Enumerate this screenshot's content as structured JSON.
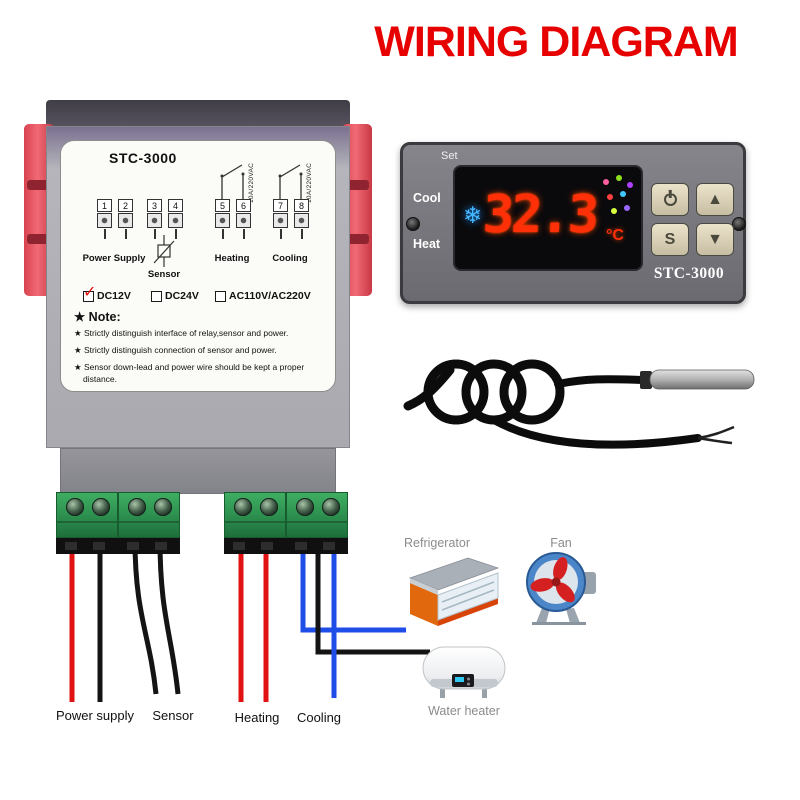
{
  "title": "WIRING DIAGRAM",
  "back_view": {
    "model": "STC-3000",
    "terminals": [
      "1",
      "2",
      "3",
      "4",
      "5",
      "6",
      "7",
      "8"
    ],
    "groups": {
      "power": "Power Supply",
      "sensor": "Sensor",
      "heating": "Heating",
      "cooling": "Cooling"
    },
    "relay_rating": "10A/220VAC",
    "check_glyph": "✓",
    "voltage_options": [
      {
        "label": "DC12V",
        "checked": true
      },
      {
        "label": "DC24V",
        "checked": false
      },
      {
        "label": "AC110V/AC220V",
        "checked": false
      }
    ],
    "note_title": "★ Note:",
    "notes": [
      "★ Strictly distinguish interface of relay,sensor and power.",
      "★ Strictly distinguish connection of sensor and power.",
      "★ Sensor down-lead and power wire should be kept a proper distance."
    ]
  },
  "front_view": {
    "set_label": "Set",
    "cool_label": "Cool",
    "heat_label": "Heat",
    "display_value": "32.3",
    "display_unit": "°C",
    "model": "STC-3000",
    "buttons": {
      "up": "▲",
      "set": "S",
      "down": "▼"
    }
  },
  "wire_labels": [
    "Power supply",
    "Sensor",
    "Heating",
    "Cooling"
  ],
  "appliances": {
    "refrigerator": "Refrigerator",
    "fan": "Fan",
    "water_heater": "Water heater"
  },
  "colors": {
    "title": "#e60000",
    "wire_red": "#e01212",
    "wire_black": "#141414",
    "wire_blue": "#1f4de8",
    "display_digits": "#ff2f08",
    "terminal_block_green": "#2a8a4c",
    "clip_red": "#e8505f"
  }
}
